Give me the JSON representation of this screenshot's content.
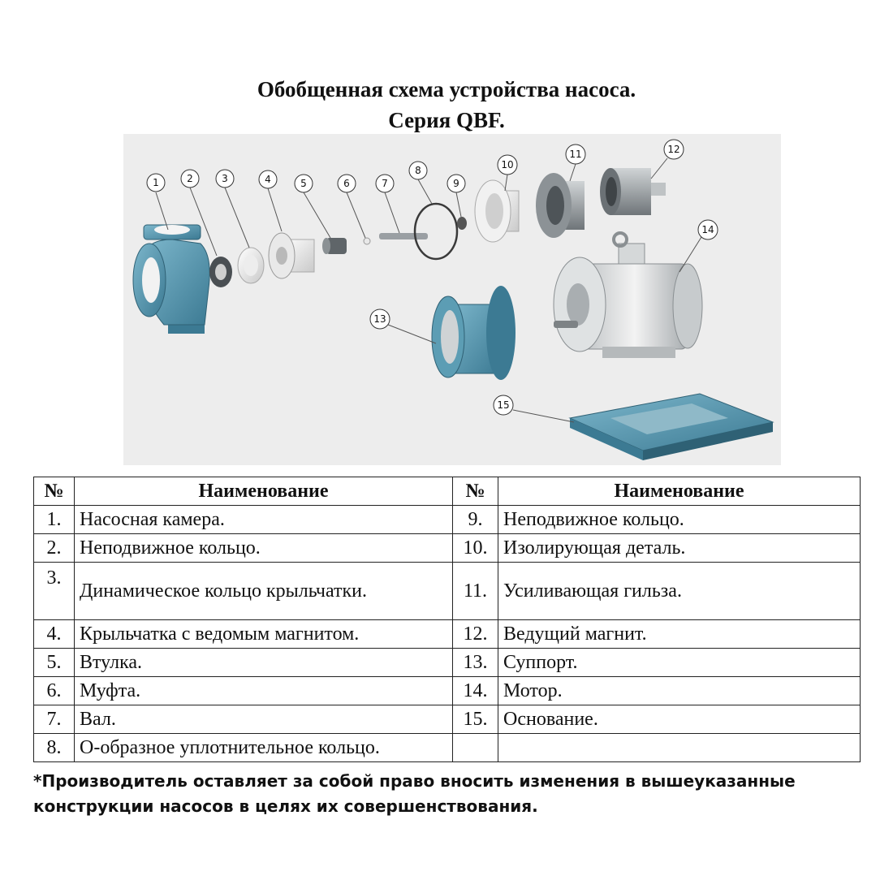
{
  "title_line1": "Обобщенная схема устройства насоса.",
  "title_line2": "Серия QBF.",
  "colors": {
    "body_blue": "#5c9db4",
    "body_blue_dark": "#3c7a93",
    "ptfe_white": "#f4f4f4",
    "steel": "#9aa0a4",
    "diagram_bg": "#ededed"
  },
  "callouts": [
    "1",
    "2",
    "3",
    "4",
    "5",
    "6",
    "7",
    "8",
    "9",
    "10",
    "11",
    "12",
    "13",
    "14",
    "15"
  ],
  "table": {
    "headers": {
      "num": "№",
      "name": "Наименование",
      "num2": "№",
      "name2": "Наименование"
    },
    "rows": [
      {
        "n1": "1.",
        "name1": "Насосная камера.",
        "n2": "9.",
        "name2": "Неподвижное кольцо."
      },
      {
        "n1": "2.",
        "name1": "Неподвижное кольцо.",
        "n2": "10.",
        "name2": "Изолирующая деталь."
      },
      {
        "n1": "3.",
        "name1": "Динамическое кольцо крыльчатки.",
        "n2": "11.",
        "name2": "Усиливающая гильза."
      },
      {
        "n1": "4.",
        "name1": "Крыльчатка с ведомым магнитом.",
        "n2": "12.",
        "name2": "Ведущий магнит."
      },
      {
        "n1": "5.",
        "name1": "Втулка.",
        "n2": "13.",
        "name2": "Суппорт."
      },
      {
        "n1": "6.",
        "name1": "Муфта.",
        "n2": "14.",
        "name2": "Мотор."
      },
      {
        "n1": "7.",
        "name1": "Вал.",
        "n2": "15.",
        "name2": "Основание."
      },
      {
        "n1": "8.",
        "name1": "О-образное уплотнительное кольцо.",
        "n2": "",
        "name2": ""
      }
    ]
  },
  "note_line1": "*Производитель оставляет за собой право вносить изменения в вышеуказанные",
  "note_line2": "конструкции насосов в целях их совершенствования."
}
